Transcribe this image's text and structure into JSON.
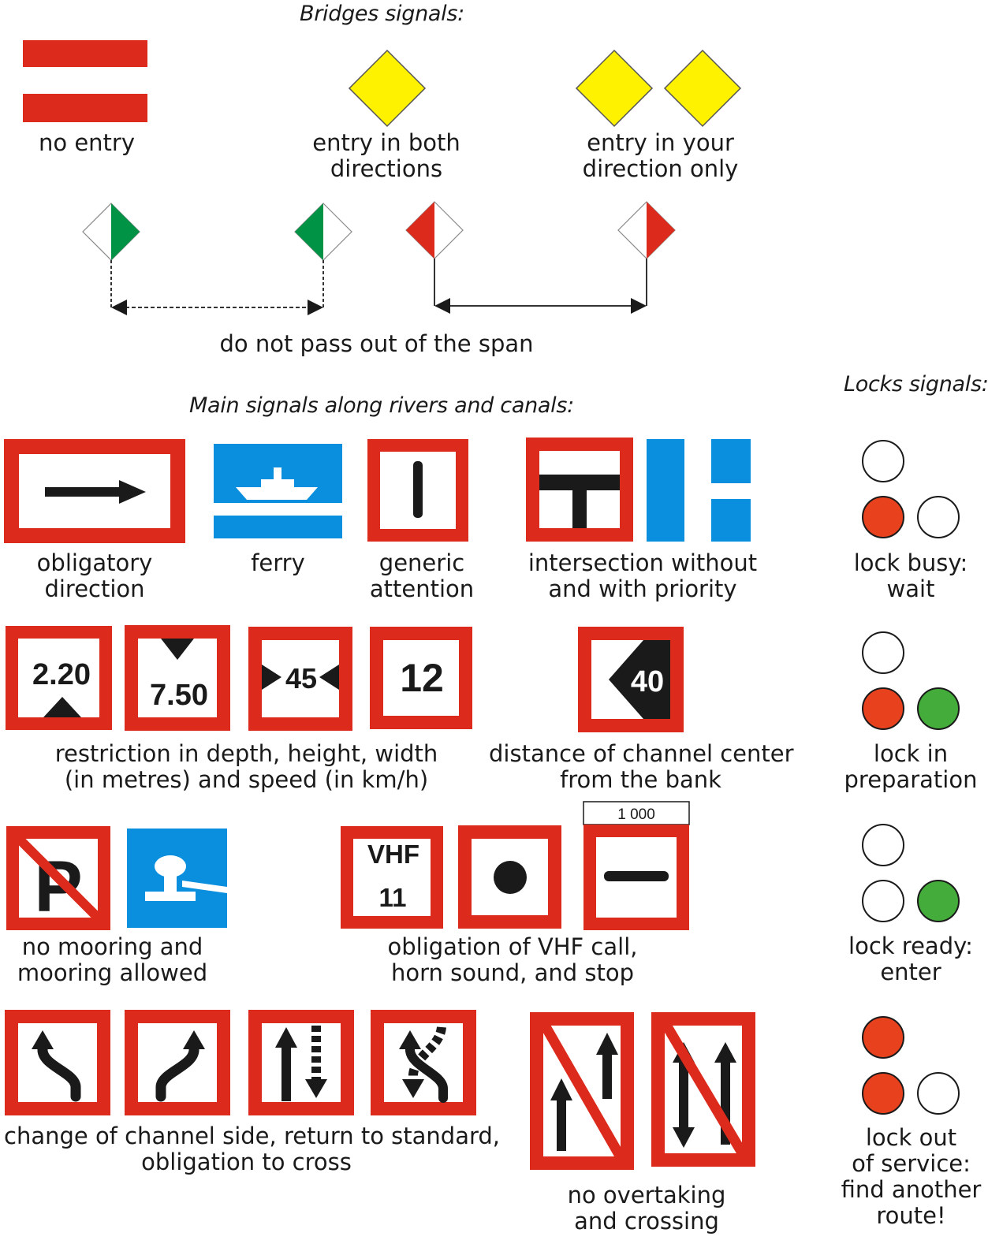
{
  "headings": {
    "bridges": "Bridges signals:",
    "main": "Main signals along rivers and canals:",
    "locks": "Locks signals:"
  },
  "bridges": {
    "no_entry": [
      "no entry"
    ],
    "both_directions": [
      "entry in both",
      "directions"
    ],
    "your_direction": [
      "entry in your",
      "direction only"
    ],
    "span": [
      "do not pass out of the span"
    ]
  },
  "main": {
    "obligatory_direction": [
      "obligatory",
      "direction"
    ],
    "ferry": [
      "ferry"
    ],
    "generic_attention": [
      "generic",
      "attention"
    ],
    "intersection": [
      "intersection without",
      "and with priority"
    ],
    "restriction": [
      "restriction in depth, height, width",
      "(in metres) and speed (in km/h)"
    ],
    "distance": [
      "distance of channel center",
      "from the bank"
    ],
    "mooring": [
      "no mooring and",
      "mooring allowed"
    ],
    "vhf": [
      "obligation of VHF call,",
      "horn sound, and stop"
    ],
    "change_side": [
      "change of channel side, return to standard,",
      "obligation to cross"
    ],
    "overtaking": [
      "no overtaking",
      "and crossing"
    ]
  },
  "sign_text": {
    "depth": "2.20",
    "height": "7.50",
    "width": "45",
    "speed": "12",
    "distance": "40",
    "vhf_top": "VHF",
    "vhf_channel": "11",
    "stop_distance": "1 000"
  },
  "locks": {
    "busy": [
      "lock busy:",
      "wait"
    ],
    "preparation": [
      "lock in",
      "preparation"
    ],
    "ready": [
      "lock ready:",
      "enter"
    ],
    "out_of_service": [
      "lock out",
      "of service:",
      "find another",
      "route!"
    ]
  },
  "colors": {
    "red": "#dc2a1c",
    "blue": "#0a8fde",
    "yellow": "#fff200",
    "green": "#009245",
    "lamp_red": "#e8411e",
    "lamp_green": "#43ac3a",
    "black": "#1a1a1a"
  }
}
